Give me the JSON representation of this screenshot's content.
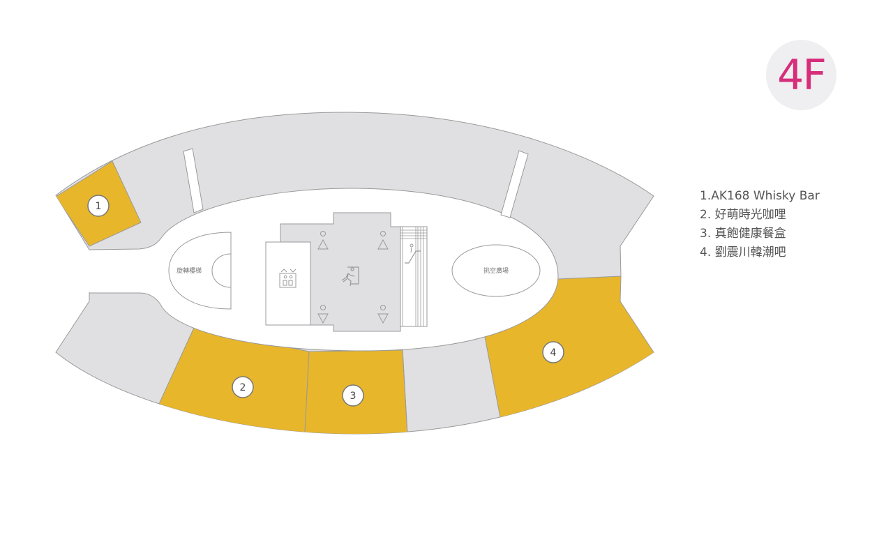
{
  "floor": {
    "label": "4F"
  },
  "legend": {
    "items": [
      {
        "number": "1",
        "text": "1.AK168 Whisky Bar"
      },
      {
        "number": "2",
        "text": "2. 好萌時光咖哩"
      },
      {
        "number": "3",
        "text": "3. 真飽健康餐盒"
      },
      {
        "number": "4",
        "text": "4. 劉震川韓潮吧"
      }
    ]
  },
  "map": {
    "labels": {
      "spiral_stairs": "旋轉樓梯",
      "atrium": "挑空廣場"
    },
    "markers": [
      "1",
      "2",
      "3",
      "4"
    ],
    "icons": [
      "restroom-icon",
      "elevator-icon",
      "emergency-exit-icon",
      "escalator-icon"
    ]
  },
  "colors": {
    "unit": "#e0e0e2",
    "highlight": "#e8b62b",
    "accent": "#d62e7b",
    "outline": "#999999",
    "background": "#ffffff"
  }
}
